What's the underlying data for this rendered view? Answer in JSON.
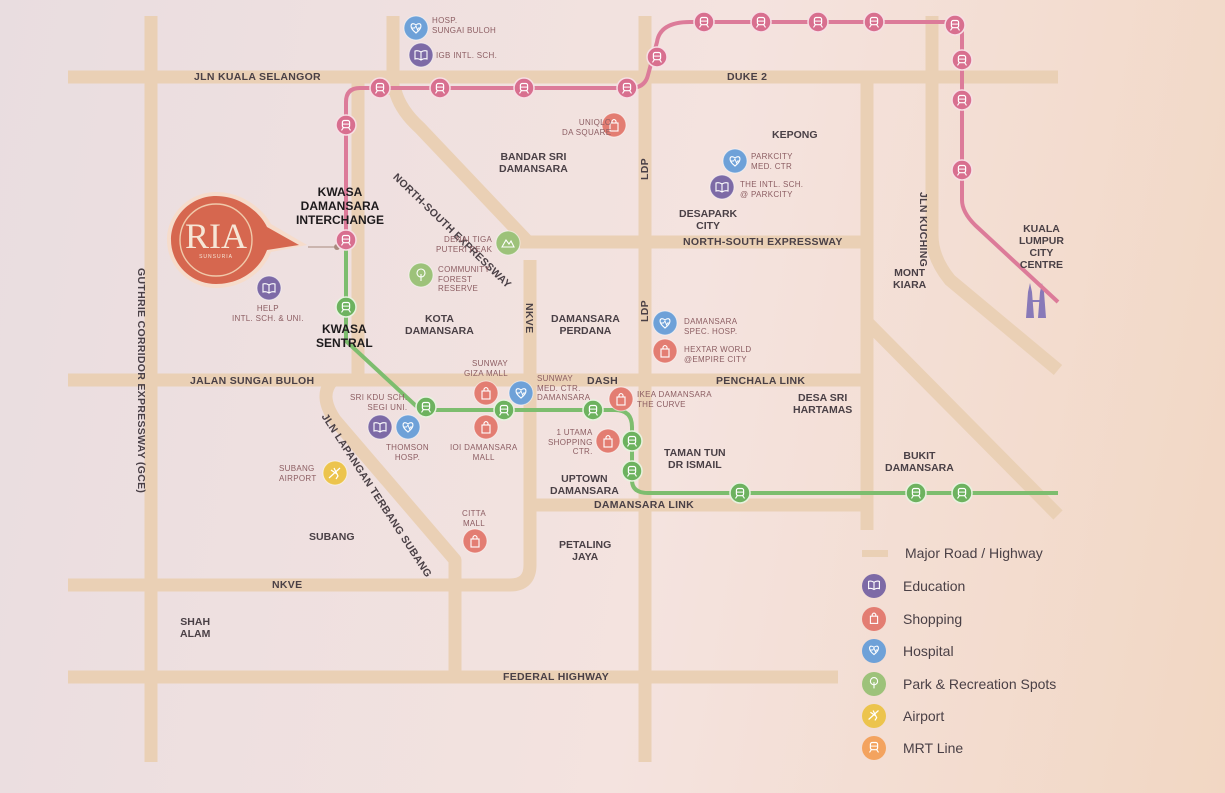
{
  "colors": {
    "road": "#ead0b5",
    "pink_line": "#dc7b99",
    "green_line": "#7dbd6e",
    "education": "#7d6aa6",
    "shopping": "#e37d72",
    "hospital": "#6ea1d8",
    "park": "#9dc27a",
    "airport": "#ecc44d",
    "mrt": "#f3a35f",
    "station_pink": "#d86f8f",
    "station_green": "#6db25f",
    "ria_marker": "#d6674f"
  },
  "marker": {
    "title": "RIA",
    "subtitle": "SUNSURIA"
  },
  "roads": [
    {
      "id": "jln-kuala-selangor",
      "label": "JLN KUALA SELANGOR"
    },
    {
      "id": "duke-2",
      "label": "DUKE 2"
    },
    {
      "id": "north-south-expressway-diag",
      "label": "NORTH-SOUTH EXPRESSWAY"
    },
    {
      "id": "north-south-expressway",
      "label": "NORTH-SOUTH EXPRESSWAY"
    },
    {
      "id": "ldp-1",
      "label": "LDP"
    },
    {
      "id": "ldp-2",
      "label": "LDP"
    },
    {
      "id": "jln-kuching",
      "label": "JLN KUCHING"
    },
    {
      "id": "gce",
      "label": "GUTHRIE CORRIDOR EXPRESSWAY (GCE)"
    },
    {
      "id": "nkve-vertical",
      "label": "NKVE"
    },
    {
      "id": "jalan-sungai-buloh",
      "label": "JALAN SUNGAI BULOH"
    },
    {
      "id": "dash",
      "label": "DASH"
    },
    {
      "id": "penchala-link",
      "label": "PENCHALA LINK"
    },
    {
      "id": "jln-lapangan-terbang-subang",
      "label": "JLN LAPANGAN TERBANG SUBANG"
    },
    {
      "id": "damansara-link",
      "label": "DAMANSARA LINK"
    },
    {
      "id": "nkve",
      "label": "NKVE"
    },
    {
      "id": "federal-highway",
      "label": "FEDERAL HIGHWAY"
    }
  ],
  "areas": [
    {
      "id": "kwasa-interchange",
      "label": "KWASA\nDAMANSARA\nINTERCHANGE",
      "dark": true
    },
    {
      "id": "kwasa-sentral",
      "label": "KWASA\nSENTRAL",
      "dark": true
    },
    {
      "id": "bandar-sri-damansara",
      "label": "BANDAR SRI\nDAMANSARA"
    },
    {
      "id": "kepong",
      "label": "KEPONG"
    },
    {
      "id": "desapark-city",
      "label": "DESAPARK\nCITY"
    },
    {
      "id": "kuala-lumpur-city-centre",
      "label": "KUALA\nLUMPUR\nCITY\nCENTRE"
    },
    {
      "id": "mont-kiara",
      "label": "MONT\nKIARA"
    },
    {
      "id": "kota-damansara",
      "label": "KOTA\nDAMANSARA"
    },
    {
      "id": "damansara-perdana",
      "label": "DAMANSARA\nPERDANA"
    },
    {
      "id": "desa-sri-hartamas",
      "label": "DESA SRI\nHARTAMAS"
    },
    {
      "id": "taman-tun-dr-ismail",
      "label": "TAMAN TUN\nDR ISMAIL"
    },
    {
      "id": "uptown-damansara",
      "label": "UPTOWN\nDAMANSARA"
    },
    {
      "id": "bukit-damansara",
      "label": "BUKIT\nDAMANSARA"
    },
    {
      "id": "subang",
      "label": "SUBANG"
    },
    {
      "id": "petaling-jaya",
      "label": "PETALING\nJAYA"
    },
    {
      "id": "shah-alam",
      "label": "SHAH\nALAM"
    }
  ],
  "pois": [
    {
      "id": "hosp-sungai-buloh",
      "label": "HOSP.\nSUNGAI BULOH",
      "category": "hospital",
      "icon": "heart-icon"
    },
    {
      "id": "igb-intl-sch",
      "label": "IGB INTL. SCH.",
      "category": "education",
      "icon": "book-icon"
    },
    {
      "id": "uniqlo-da-square",
      "label": "UNIQLO\nDA SQUARE",
      "category": "shopping",
      "icon": "shopping-bag-icon"
    },
    {
      "id": "parkcity-med-ctr",
      "label": "PARKCITY\nMED. CTR",
      "category": "hospital",
      "icon": "heart-icon"
    },
    {
      "id": "intl-sch-parkcity",
      "label": "THE INTL. SCH.\n@ PARKCITY",
      "category": "education",
      "icon": "book-icon"
    },
    {
      "id": "denai-tiga-puteri-peak",
      "label": "DENAI TIGA\nPUTERI PEAK",
      "category": "park",
      "icon": "mountain-icon"
    },
    {
      "id": "community-forest-reserve",
      "label": "COMMUNITY\nFOREST\nRESERVE",
      "category": "park",
      "icon": "tree-icon"
    },
    {
      "id": "help-intl-sch-uni",
      "label": "HELP\nINTL. SCH. & UNI.",
      "category": "education",
      "icon": "book-icon"
    },
    {
      "id": "damansara-spec-hosp",
      "label": "DAMANSARA\nSPEC. HOSP.",
      "category": "hospital",
      "icon": "heart-icon"
    },
    {
      "id": "hextar-world",
      "label": "HEXTAR WORLD\n@EMPIRE CITY",
      "category": "shopping",
      "icon": "shopping-bag-icon"
    },
    {
      "id": "sunway-giza-mall",
      "label": "SUNWAY\nGIZA MALL",
      "category": "shopping",
      "icon": "shopping-bag-icon"
    },
    {
      "id": "sunway-med-ctr",
      "label": "SUNWAY\nMED. CTR.\nDAMANSARA",
      "category": "hospital",
      "icon": "heart-icon"
    },
    {
      "id": "ikea-damansara",
      "label": "IKEA DAMANSARA\nTHE CURVE",
      "category": "shopping",
      "icon": "shopping-bag-icon"
    },
    {
      "id": "sri-kdu-sch",
      "label": "SRI KDU SCH.\nSEGI UNI.",
      "category": "education",
      "icon": "book-icon"
    },
    {
      "id": "thomson-hosp",
      "label": "THOMSON\nHOSP.",
      "category": "hospital",
      "icon": "heart-icon"
    },
    {
      "id": "ioi-damansara-mall",
      "label": "IOI DAMANSARA\nMALL",
      "category": "shopping",
      "icon": "shopping-bag-icon"
    },
    {
      "id": "1-utama",
      "label": "1 UTAMA\nSHOPPING\nCTR.",
      "category": "shopping",
      "icon": "shopping-bag-icon"
    },
    {
      "id": "subang-airport",
      "label": "SUBANG\nAIRPORT",
      "category": "airport",
      "icon": "airplane-icon"
    },
    {
      "id": "citta-mall",
      "label": "CITTA\nMALL",
      "category": "shopping",
      "icon": "shopping-bag-icon"
    }
  ],
  "legend": [
    {
      "id": "major-road",
      "label": "Major Road / Highway",
      "swatch": "bar"
    },
    {
      "id": "education",
      "label": "Education",
      "swatch": "education",
      "icon": "book-icon"
    },
    {
      "id": "shopping",
      "label": "Shopping",
      "swatch": "shopping",
      "icon": "shopping-bag-icon"
    },
    {
      "id": "hospital",
      "label": "Hospital",
      "swatch": "hospital",
      "icon": "heart-icon"
    },
    {
      "id": "park",
      "label": "Park & Recreation Spots",
      "swatch": "park",
      "icon": "tree-icon"
    },
    {
      "id": "airport",
      "label": "Airport",
      "swatch": "airport",
      "icon": "airplane-icon"
    },
    {
      "id": "mrt",
      "label": "MRT Line",
      "swatch": "mrt",
      "icon": "train-icon"
    }
  ]
}
